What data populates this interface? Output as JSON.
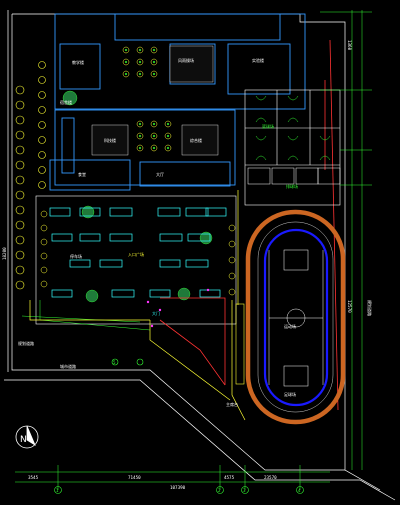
{
  "labels": {
    "building_north_left": "教学楼",
    "building_north_mid": "风雨操场",
    "building_north_right": "实验楼",
    "courtyard_mid": "科技楼",
    "hall": "综合楼",
    "lobby": "大厅",
    "canteen": "食堂",
    "dorm": "宿舍楼",
    "entrance_plaza": "入口广场",
    "parking": "停车场",
    "basketball": "篮球场",
    "volleyball": "排球场",
    "track": "运动场",
    "football": "足球场",
    "road_south": "城市道路",
    "road_west": "规划道路",
    "road_east": "规划道路",
    "gate": "大门",
    "stage": "主席台"
  },
  "dimensions": {
    "bottom_left": "3545",
    "bottom_mid": "71450",
    "bottom_total": "107390",
    "bottom_a": "4575",
    "bottom_b": "23570",
    "right_top": "1360",
    "right_mid": "12570",
    "left_block": "18200"
  },
  "axes": [
    "1",
    "2",
    "3",
    "4",
    "5"
  ],
  "north": "N",
  "colors": {
    "background": "#000000",
    "building": "#3399ff",
    "green": "#33ff33",
    "yellow": "#ffff33",
    "cyan": "#33ffff",
    "white": "#ffffff",
    "red": "#ff3333",
    "track": "#cc6622",
    "field": "#1a1aff",
    "magenta": "#ff33ff"
  }
}
